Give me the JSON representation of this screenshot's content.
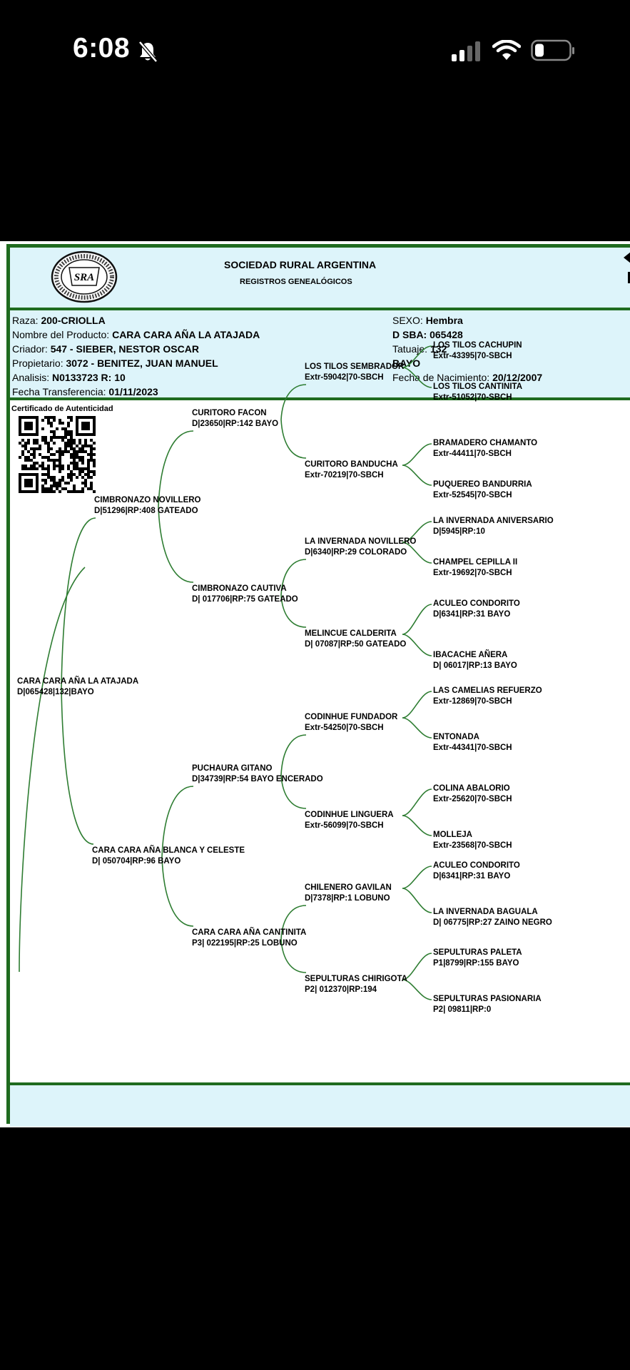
{
  "status_bar": {
    "time": "6:08"
  },
  "header": {
    "logo_text": "SRA",
    "logo_ring_text": "CULTIVAR EL SUELO ES SERVIR A LA PATRIA",
    "org_name": "SOCIEDAD RURAL ARGENTINA",
    "subtitle": "REGISTROS GENEALÓGICOS"
  },
  "info": {
    "raza_label": "Raza:",
    "raza_value": "200-CRIOLLA",
    "nombre_label": "Nombre del Producto:",
    "nombre_value": "CARA CARA AÑA LA ATAJADA",
    "criador_label": "Criador:",
    "criador_value": "547 - SIEBER, NESTOR OSCAR",
    "propietario_label": "Propietario:",
    "propietario_value": "3072 - BENITEZ, JUAN MANUEL",
    "analisis_label": "Analisis:",
    "analisis_value": "N0133723 R: 10",
    "fecha_transf_label": "Fecha Transferencia:",
    "fecha_transf_value": "01/11/2023",
    "sexo_label": "SEXO:",
    "sexo_value": "Hembra",
    "sba_value": "D SBA: 065428",
    "tatuaje_label": "Tatuaje:",
    "tatuaje_value": "132",
    "pelaje_value": "BAYO",
    "nacimiento_label": "Fecha de Nacimiento:",
    "nacimiento_value": "20/12/2007"
  },
  "certificate_label": "Certificado de Autenticidad",
  "pedigree": {
    "subject": {
      "name": "CARA CARA AÑA LA ATAJADA",
      "reg": "D|065428|132|BAYO"
    },
    "sire": {
      "name": "CIMBRONAZO NOVILLERO",
      "reg": "D|51296|RP:408 GATEADO"
    },
    "dam": {
      "name": "CARA CARA AÑA BLANCA Y CELESTE",
      "reg": "D| 050704|RP:96 BAYO"
    },
    "gen3": [
      {
        "name": "CURITORO FACON",
        "reg": "D|23650|RP:142 BAYO"
      },
      {
        "name": "CIMBRONAZO CAUTIVA",
        "reg": "D| 017706|RP:75 GATEADO"
      },
      {
        "name": "PUCHAURA GITANO",
        "reg": "D|34739|RP:54 BAYO ENCERADO"
      },
      {
        "name": "CARA CARA AÑA CANTINITA",
        "reg": "P3| 022195|RP:25 LOBUNO"
      }
    ],
    "gen4": [
      {
        "name": "LOS TILOS SEMBRADOR",
        "reg": "Extr-59042|70-SBCH"
      },
      {
        "name": "CURITORO BANDUCHA",
        "reg": "Extr-70219|70-SBCH"
      },
      {
        "name": "LA INVERNADA NOVILLERO",
        "reg": "D|6340|RP:29 COLORADO"
      },
      {
        "name": "MELINCUE CALDERITA",
        "reg": "D| 07087|RP:50 GATEADO"
      },
      {
        "name": "CODINHUE FUNDADOR",
        "reg": "Extr-54250|70-SBCH"
      },
      {
        "name": "CODINHUE LINGUERA",
        "reg": "Extr-56099|70-SBCH"
      },
      {
        "name": "CHILENERO GAVILAN",
        "reg": "D|7378|RP:1 LOBUNO"
      },
      {
        "name": "SEPULTURAS CHIRIGOTA",
        "reg": "P2| 012370|RP:194"
      }
    ],
    "gen5": [
      {
        "name": "LOS TILOS CACHUPIN",
        "reg": "Extr-43395|70-SBCH"
      },
      {
        "name": "LOS TILOS CANTINITA",
        "reg": "Extr-51052|70-SBCH"
      },
      {
        "name": "BRAMADERO CHAMANTO",
        "reg": "Extr-44411|70-SBCH"
      },
      {
        "name": "PUQUEREO BANDURRIA",
        "reg": "Extr-52545|70-SBCH"
      },
      {
        "name": "LA INVERNADA ANIVERSARIO",
        "reg": "D|5945|RP:10"
      },
      {
        "name": "CHAMPEL CEPILLA II",
        "reg": "Extr-19692|70-SBCH"
      },
      {
        "name": "ACULEO CONDORITO",
        "reg": "D|6341|RP:31 BAYO"
      },
      {
        "name": "IBACACHE AÑERA",
        "reg": "D| 06017|RP:13 BAYO"
      },
      {
        "name": "LAS CAMELIAS REFUERZO",
        "reg": "Extr-12869|70-SBCH"
      },
      {
        "name": "ENTONADA",
        "reg": "Extr-44341|70-SBCH"
      },
      {
        "name": "COLINA ABALORIO",
        "reg": "Extr-25620|70-SBCH"
      },
      {
        "name": "MOLLEJA",
        "reg": "Extr-23568|70-SBCH"
      },
      {
        "name": "ACULEO CONDORITO",
        "reg": "D|6341|RP:31 BAYO"
      },
      {
        "name": "LA INVERNADA BAGUALA",
        "reg": "D| 06775|RP:27 ZAINO NEGRO"
      },
      {
        "name": "SEPULTURAS PALETA",
        "reg": "P1|8799|RP:155 BAYO"
      },
      {
        "name": "SEPULTURAS PASIONARIA",
        "reg": "P2| 09811|RP:0"
      }
    ]
  }
}
